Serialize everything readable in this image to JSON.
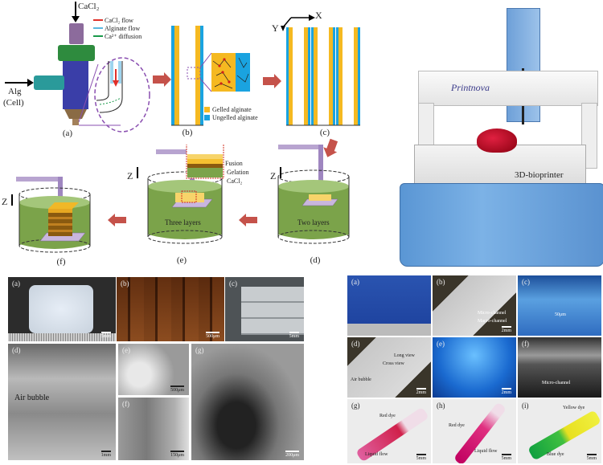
{
  "top_schematic": {
    "panel_a": {
      "caption": "(a)",
      "input_top": "CaCl₂",
      "input_side_line1": "Alg",
      "input_side_line2": "(Cell)",
      "legend": [
        {
          "label": "CaCl₂ flow",
          "color": "#e0302a"
        },
        {
          "label": "Alginate flow",
          "color": "#5bb8e0"
        },
        {
          "label": "Ca²⁺ diffusion",
          "color": "#1a9a4a"
        }
      ]
    },
    "panel_b": {
      "caption": "(b)",
      "legend": [
        {
          "label": "Gelled alginate",
          "color": "#f5b921"
        },
        {
          "label": "Ungelled alginate",
          "color": "#1aa3e0"
        }
      ]
    },
    "panel_c": {
      "caption": "(c)",
      "axis_x": "X",
      "axis_y": "Y"
    },
    "panel_d": {
      "caption": "(d)",
      "label": "Two layers",
      "axis_z": "Z"
    },
    "panel_e": {
      "caption": "(e)",
      "label": "Three layers",
      "axis_z": "Z",
      "inset_labels": [
        "Fusion",
        "Gelation",
        "CaCl₂"
      ]
    },
    "panel_f": {
      "caption": "(f)",
      "axis_z": "Z"
    }
  },
  "printer_photo": {
    "brand": "Printnova",
    "model_label": "3D-bioprinter"
  },
  "bottom_left_photos": {
    "panels": [
      {
        "label": "(a)",
        "scale": "5mm"
      },
      {
        "label": "(b)",
        "scale": "500μm"
      },
      {
        "label": "(c)",
        "scale": "5mm"
      },
      {
        "label": "(d)",
        "scale": "1mm",
        "annotation": "Air bubble"
      },
      {
        "label": "(e)",
        "scale": "500μm"
      },
      {
        "label": "(f)",
        "scale": "150μm"
      },
      {
        "label": "(g)",
        "scale": "200μm"
      }
    ]
  },
  "bottom_right_photos": {
    "panels": [
      {
        "label": "(a)",
        "ruler": "8 9 10 11 12"
      },
      {
        "label": "(b)",
        "scale": "2mm",
        "annotations": [
          "Micro-channel",
          "Macro-channel"
        ]
      },
      {
        "label": "(c)",
        "scale": "",
        "annotation": "50μm"
      },
      {
        "label": "(d)",
        "scale": "2mm",
        "annotations": [
          "Long view",
          "Cross view",
          "Air bubble"
        ]
      },
      {
        "label": "(e)",
        "scale": "2mm"
      },
      {
        "label": "(f)",
        "annotation": "Micro-channel"
      },
      {
        "label": "(g)",
        "scale": "5mm",
        "annotations": [
          "Red dye",
          "Liquid flow"
        ]
      },
      {
        "label": "(h)",
        "scale": "5mm",
        "annotations": [
          "Red dye",
          "Liquid flow"
        ]
      },
      {
        "label": "(i)",
        "scale": "5mm",
        "annotations": [
          "Yellow dye",
          "Blue dye"
        ]
      }
    ]
  }
}
